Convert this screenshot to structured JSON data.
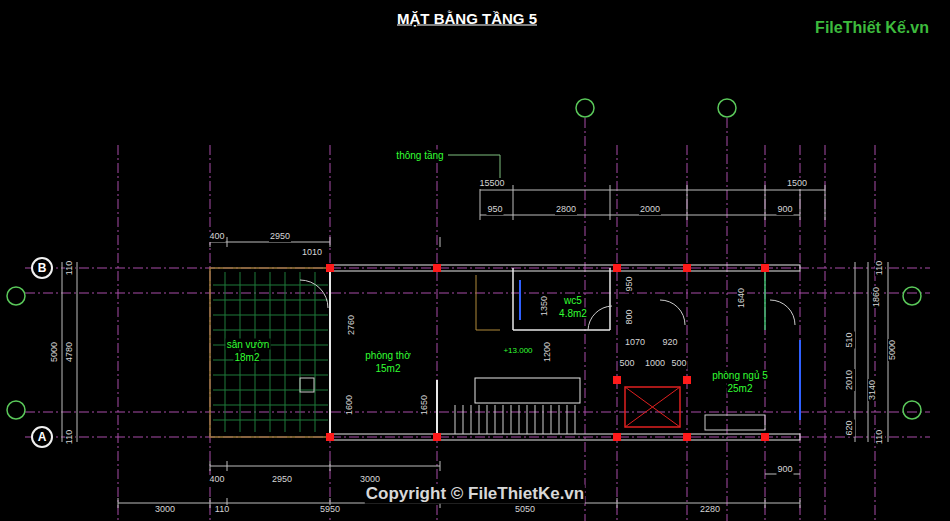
{
  "diagram": {
    "title": "MẶT BẰNG TẦNG 5",
    "nodes": [
      {
        "text": [
          "B"
        ]
      },
      {
        "text": [
          "A"
        ]
      }
    ],
    "labels": [
      "FileThiết Kế.vn",
      "thông tầng",
      "15500",
      "1500",
      "950",
      "2800",
      "2000",
      "900",
      "400",
      "2950",
      "1010",
      "110",
      "5000",
      "4780",
      "110",
      "sân vườn",
      "18m2",
      "2760",
      "phòng thờ",
      "15m2",
      "1600",
      "1650",
      "1350",
      "wc5",
      "4.8m2",
      "950",
      "800",
      "1640",
      "1200",
      "+13.000",
      "1070",
      "920",
      "500",
      "1000",
      "500",
      "phòng ngủ 5",
      "25m2",
      "1860",
      "510",
      "2010",
      "3140",
      "620",
      "5000",
      "110",
      "110",
      "400",
      "2950",
      "3000",
      "900",
      "Copyright © FileThietKe.vn",
      "3000",
      "110",
      "5950",
      "5050",
      "2280"
    ]
  }
}
